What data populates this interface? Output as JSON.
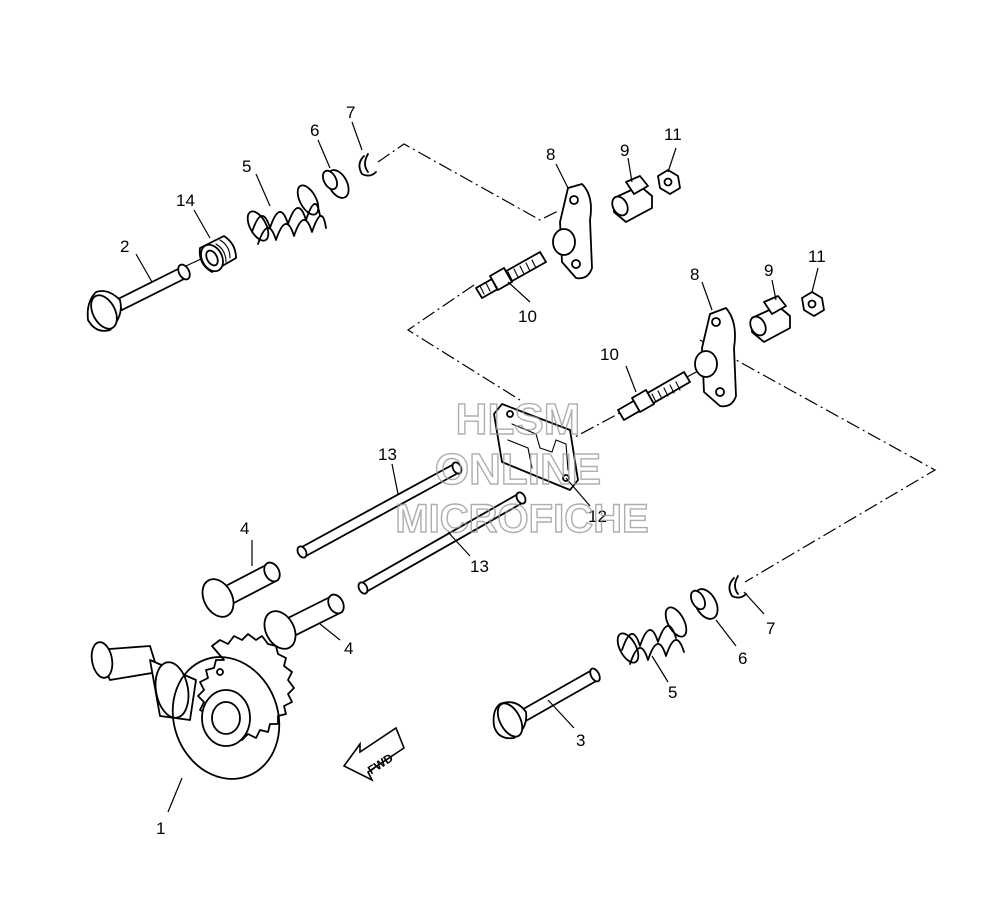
{
  "watermark": {
    "line1": "HLSM",
    "line2": "ONLINE",
    "line3": "MICROFICHE"
  },
  "fwd_label": "FWD",
  "callouts": [
    {
      "id": "c1",
      "text": "1"
    },
    {
      "id": "c2",
      "text": "2"
    },
    {
      "id": "c3",
      "text": "3"
    },
    {
      "id": "c4a",
      "text": "4"
    },
    {
      "id": "c4b",
      "text": "4"
    },
    {
      "id": "c5a",
      "text": "5"
    },
    {
      "id": "c5b",
      "text": "5"
    },
    {
      "id": "c6a",
      "text": "6"
    },
    {
      "id": "c6b",
      "text": "6"
    },
    {
      "id": "c7a",
      "text": "7"
    },
    {
      "id": "c7b",
      "text": "7"
    },
    {
      "id": "c8a",
      "text": "8"
    },
    {
      "id": "c8b",
      "text": "8"
    },
    {
      "id": "c9a",
      "text": "9"
    },
    {
      "id": "c9b",
      "text": "9"
    },
    {
      "id": "c10a",
      "text": "10"
    },
    {
      "id": "c10b",
      "text": "10"
    },
    {
      "id": "c11a",
      "text": "11"
    },
    {
      "id": "c11b",
      "text": "11"
    },
    {
      "id": "c12",
      "text": "12"
    },
    {
      "id": "c13a",
      "text": "13"
    },
    {
      "id": "c13b",
      "text": "13"
    },
    {
      "id": "c14",
      "text": "14"
    }
  ]
}
